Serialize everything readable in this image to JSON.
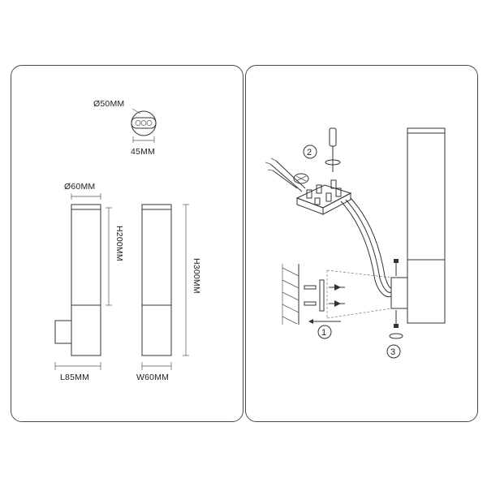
{
  "dimensions": {
    "mount_diameter": "Ø50MM",
    "mount_width": "45MM",
    "tube_diameter": "Ø60MM",
    "height_tube": "H200MM",
    "height_total": "H300MM",
    "length": "L85MM",
    "width": "W60MM"
  },
  "steps": [
    "1",
    "2",
    "3"
  ],
  "colors": {
    "line": "#333333",
    "border": "#4a4a4a"
  }
}
